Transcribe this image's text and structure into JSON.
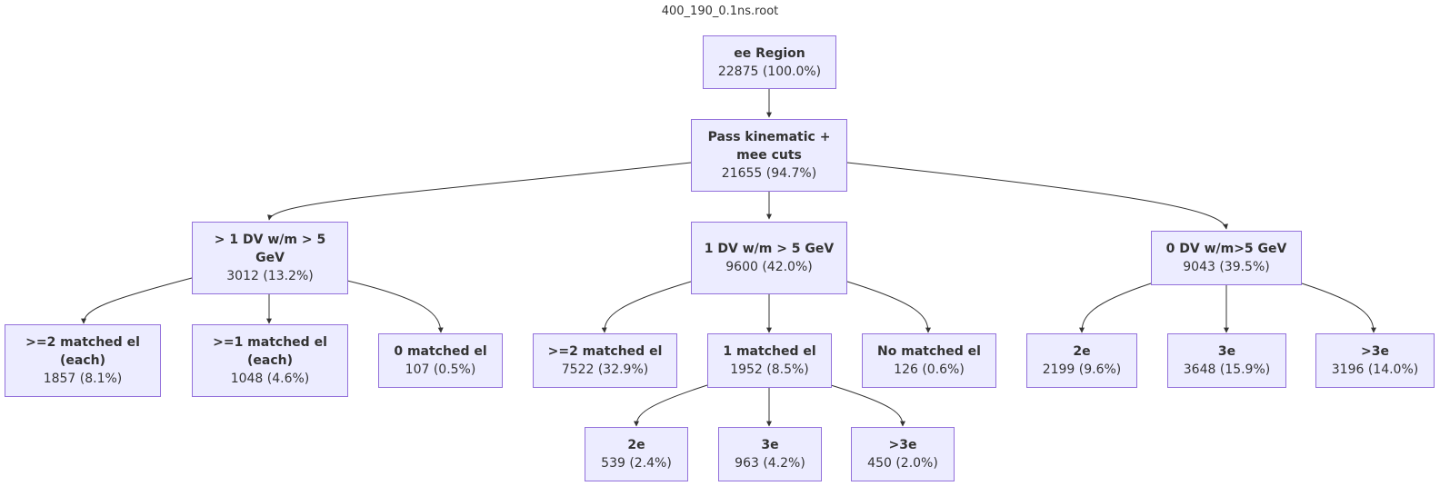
{
  "title": "400_190_0.1ns.root",
  "colors": {
    "node_fill": "#ececff",
    "node_border": "#9370db",
    "edge": "#333333"
  },
  "nodes": {
    "ee_region": {
      "label": "ee Region",
      "count": "22875 (100.0%)"
    },
    "pass_kin": {
      "label": "Pass kinematic + mee cuts",
      "count": "21655 (94.7%)"
    },
    "gt1_dv": {
      "label": "> 1 DV w/m > 5 GeV",
      "count": "3012 (13.2%)"
    },
    "one_dv": {
      "label": "1 DV w/m > 5 GeV",
      "count": "9600 (42.0%)"
    },
    "zero_dv": {
      "label": "0 DV w/m>5 GeV",
      "count": "9043 (39.5%)"
    },
    "gt1_ge2_each": {
      "label": ">=2 matched el (each)",
      "count": "1857 (8.1%)"
    },
    "gt1_ge1_each": {
      "label": ">=1 matched el (each)",
      "count": "1048 (4.6%)"
    },
    "gt1_0_matched": {
      "label": "0 matched el",
      "count": "107 (0.5%)"
    },
    "one_ge2": {
      "label": ">=2 matched el",
      "count": "7522 (32.9%)"
    },
    "one_1": {
      "label": "1 matched el",
      "count": "1952 (8.5%)"
    },
    "one_none": {
      "label": "No matched el",
      "count": "126 (0.6%)"
    },
    "zero_2e": {
      "label": "2e",
      "count": "2199 (9.6%)"
    },
    "zero_3e": {
      "label": "3e",
      "count": "3648 (15.9%)"
    },
    "zero_gt3e": {
      "label": ">3e",
      "count": "3196 (14.0%)"
    },
    "one_1_2e": {
      "label": "2e",
      "count": "539 (2.4%)"
    },
    "one_1_3e": {
      "label": "3e",
      "count": "963 (4.2%)"
    },
    "one_1_gt3e": {
      "label": ">3e",
      "count": "450 (2.0%)"
    }
  }
}
